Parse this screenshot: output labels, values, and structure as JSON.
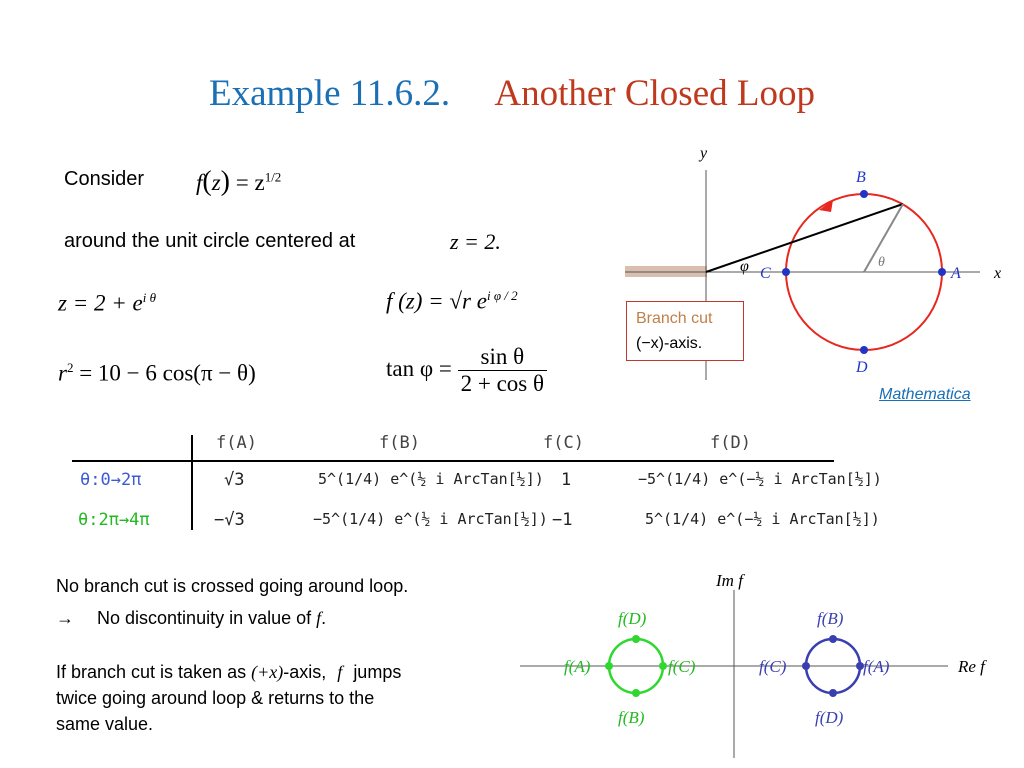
{
  "title": {
    "example": "Example 11.6.2.",
    "name": "Another Closed Loop"
  },
  "intro": {
    "consider": "Consider",
    "f_lhs": "f",
    "f_arg": "z",
    "f_rhs": "= z",
    "f_exp": "1/2",
    "around": "around the unit circle centered at",
    "center_eq": "z = 2."
  },
  "equations": {
    "z_def": "z = 2 + e",
    "z_def_exp": "i θ",
    "r2_lhs": "r",
    "r2_sup": "2",
    "r2_rhs": "= 10 − 6 cos(π − θ)",
    "fz_lhs": "f (z) = √r",
    "fz_e": "e",
    "fz_exp": "i φ / 2",
    "tan_lhs": "tan φ =",
    "tan_num": "sin θ",
    "tan_den": "2 + cos θ"
  },
  "diagram": {
    "y_label": "y",
    "x_label": "x",
    "phi_label": "φ",
    "theta_label": "θ",
    "points": {
      "A": "A",
      "B": "B",
      "C": "C",
      "D": "D"
    },
    "branch_cut_label": "Branch cut",
    "branch_cut_axis": "(−x)-axis.",
    "mathematica_link": "Mathematica",
    "colors": {
      "circle": "#e8281e",
      "points": "#1f35c8",
      "branch": "#d9bfb0",
      "box": "#c0392b"
    }
  },
  "table": {
    "headers": [
      "f(A)",
      "f(B)",
      "f(C)",
      "f(D)"
    ],
    "rows": [
      {
        "label": "θ:0→2π",
        "label_color": "#3b5bd6",
        "cells": [
          "√3",
          "5^(1/4) e^(½ i ArcTan[½])",
          "1",
          "−5^(1/4) e^(−½ i ArcTan[½])"
        ]
      },
      {
        "label": "θ:2π→4π",
        "label_color": "#22b922",
        "cells": [
          "−√3",
          "−5^(1/4) e^(½ i ArcTan[½])",
          "−1",
          "5^(1/4) e^(−½ i ArcTan[½])"
        ]
      }
    ]
  },
  "notes": {
    "line1": "No branch cut is crossed going around loop.",
    "arrow": "→",
    "line2_prefix": "No discontinuity in value of",
    "line2_f": "f",
    "line2_suffix": ".",
    "line3_prefix": "If branch cut is taken as",
    "line3_axis": "(+x)",
    "line3_mid": "-axis,",
    "line3_f": "f",
    "line3_suffix": "jumps",
    "line4": "twice going around loop & returns to the",
    "line5": "same value."
  },
  "fplane": {
    "im_label": "Im f",
    "re_label": "Re f",
    "green": {
      "top": "f(D)",
      "bottom": "f(B)",
      "left": "f(A)",
      "right": "f(C)",
      "color": "#2ed82e"
    },
    "blue": {
      "top": "f(B)",
      "bottom": "f(D)",
      "left": "f(C)",
      "right": "f(A)",
      "color": "#3a3fb0"
    }
  }
}
